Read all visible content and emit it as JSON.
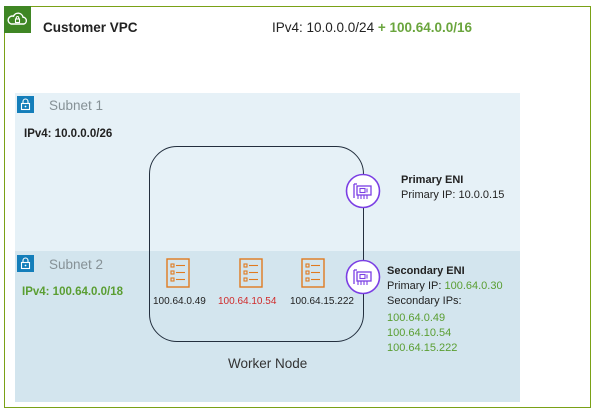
{
  "vpc": {
    "title": "Customer VPC",
    "cidr_primary": "IPv4: 10.0.0.0/24",
    "cidr_secondary": "+ 100.64.0.0/16",
    "icon": "vpc-cloud-lock-icon"
  },
  "subnets": [
    {
      "title": "Subnet 1",
      "cidr": "IPv4: 10.0.0.0/26",
      "icon": "padlock-icon"
    },
    {
      "title": "Subnet 2",
      "cidr": "IPv4: 100.64.0.0/18",
      "icon": "padlock-icon"
    }
  ],
  "worker_node": {
    "label": "Worker Node",
    "pods": [
      {
        "ip": "100.64.0.49",
        "icon": "container-icon"
      },
      {
        "ip": "100.64.10.54",
        "icon": "container-icon"
      },
      {
        "ip": "100.64.15.222",
        "icon": "container-icon"
      }
    ]
  },
  "primary_eni": {
    "title": "Primary ENI",
    "primary_ip": "Primary IP: 10.0.0.15",
    "icon": "network-interface-icon"
  },
  "secondary_eni": {
    "title": "Secondary ENI",
    "primary_ip_label": "Primary IP:",
    "primary_ip_value": "100.64.0.30",
    "secondary_label": "Secondary IPs:",
    "secondary_ips": [
      "100.64.0.49",
      "100.64.10.54",
      "100.64.15.222"
    ],
    "icon": "network-interface-icon"
  },
  "colors": {
    "vpc_green": "#7aa116",
    "subnet_blue": "#147eba",
    "eni_purple": "#8c4fff",
    "pod_orange": "#e07a1f",
    "highlight_red": "#d02b2b",
    "highlight_green": "#5a9e32"
  }
}
